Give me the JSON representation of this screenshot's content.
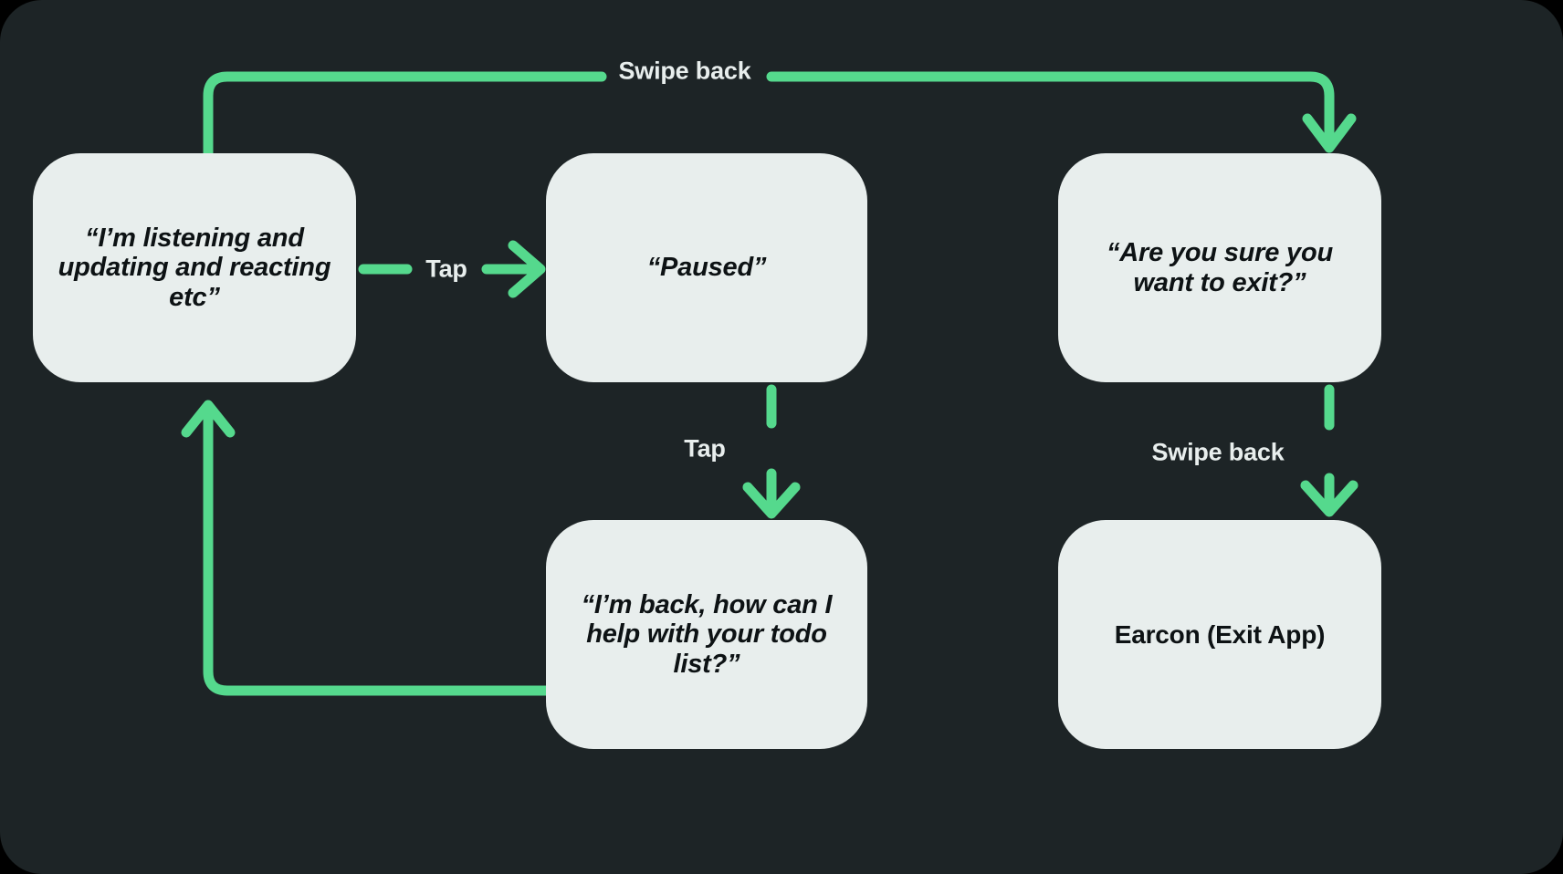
{
  "canvas": {
    "background_color": "#1d2426",
    "page_background_color": "#000000",
    "accent_color": "#55d98d",
    "node_fill_color": "#e8eeed",
    "node_text_color": "#0d1214",
    "edge_label_color": "#e8eeed"
  },
  "nodes": [
    {
      "id": "listening",
      "label": "“I’m listening and\nupdating and reacting\netc”",
      "style": "italic"
    },
    {
      "id": "paused",
      "label": "“Paused”",
      "style": "italic"
    },
    {
      "id": "confirm-exit",
      "label": "“Are you sure you\nwant to exit?”",
      "style": "italic"
    },
    {
      "id": "back",
      "label": "“I’m back, how can I\nhelp with your todo\nlist?”",
      "style": "italic"
    },
    {
      "id": "earcon",
      "label": "Earcon (Exit App)",
      "style": "plain"
    }
  ],
  "edges": [
    {
      "id": "swipe-back-top",
      "label": "Swipe back",
      "from": "listening",
      "to": "confirm-exit",
      "direction": "right"
    },
    {
      "id": "tap-listening-to-paused",
      "label": "Tap",
      "from": "listening",
      "to": "paused",
      "direction": "right"
    },
    {
      "id": "tap-paused-to-back",
      "label": "Tap",
      "from": "paused",
      "to": "back",
      "direction": "down"
    },
    {
      "id": "back-to-listening",
      "label": "",
      "from": "back",
      "to": "listening",
      "direction": "up"
    },
    {
      "id": "swipe-back-exit",
      "label": "Swipe back",
      "from": "confirm-exit",
      "to": "earcon",
      "direction": "down"
    }
  ]
}
